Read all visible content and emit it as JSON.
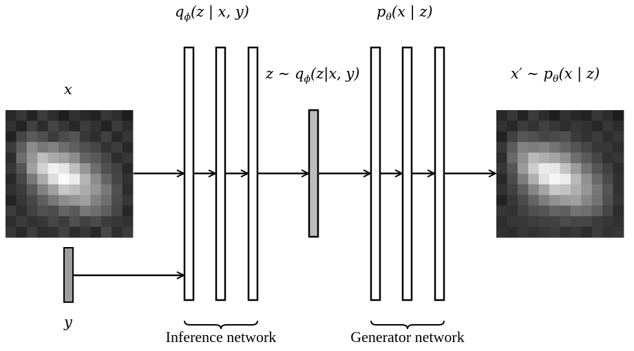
{
  "labels": {
    "x": "x",
    "y": "y",
    "q_top": {
      "pre": "q",
      "sub": "ϕ",
      "post": "(z | x, y)"
    },
    "p_top": {
      "pre": "p",
      "sub": "θ",
      "post": "(x | z)"
    },
    "z_sample": {
      "pre": "z ∼ q",
      "sub": "ϕ",
      "post": "(z|x, y)"
    },
    "x_prime": {
      "pre": "x′ ∼ p",
      "sub": "θ",
      "post": "(x | z)"
    },
    "inference_network": "Inference network",
    "generator_network": "Generator network"
  },
  "colors": {
    "latent_fill": "#bdbdbd",
    "condition_fill": "#9e9e9e",
    "stroke": "#000000"
  },
  "input_image": {
    "grid": [
      [
        40,
        55,
        35,
        60,
        45,
        30,
        50,
        40,
        35,
        55,
        45,
        30
      ],
      [
        50,
        35,
        65,
        45,
        70,
        55,
        40,
        60,
        50,
        35,
        60,
        45
      ],
      [
        35,
        70,
        90,
        80,
        60,
        75,
        85,
        55,
        45,
        65,
        40,
        55
      ],
      [
        60,
        95,
        140,
        120,
        130,
        110,
        95,
        80,
        70,
        50,
        60,
        40
      ],
      [
        45,
        110,
        150,
        190,
        170,
        160,
        140,
        100,
        90,
        70,
        45,
        55
      ],
      [
        55,
        85,
        160,
        210,
        240,
        230,
        190,
        150,
        110,
        80,
        65,
        40
      ],
      [
        40,
        70,
        120,
        170,
        220,
        250,
        235,
        180,
        140,
        100,
        70,
        50
      ],
      [
        50,
        60,
        90,
        130,
        160,
        200,
        190,
        170,
        150,
        120,
        80,
        45
      ],
      [
        35,
        55,
        70,
        95,
        120,
        140,
        150,
        160,
        130,
        110,
        75,
        55
      ],
      [
        60,
        45,
        65,
        80,
        75,
        100,
        90,
        120,
        110,
        95,
        70,
        40
      ],
      [
        45,
        60,
        50,
        55,
        70,
        60,
        80,
        65,
        75,
        60,
        55,
        50
      ],
      [
        55,
        40,
        60,
        45,
        50,
        65,
        45,
        55,
        40,
        70,
        45,
        60
      ]
    ]
  },
  "output_image": {
    "grid": [
      [
        40,
        55,
        35,
        60,
        45,
        30,
        50,
        40,
        35,
        55,
        45,
        30
      ],
      [
        50,
        40,
        60,
        50,
        65,
        55,
        45,
        55,
        50,
        40,
        55,
        45
      ],
      [
        35,
        65,
        85,
        80,
        70,
        75,
        80,
        60,
        50,
        60,
        45,
        55
      ],
      [
        55,
        90,
        130,
        125,
        130,
        115,
        100,
        85,
        70,
        55,
        55,
        45
      ],
      [
        45,
        105,
        145,
        185,
        175,
        165,
        145,
        110,
        90,
        70,
        50,
        55
      ],
      [
        55,
        85,
        155,
        205,
        235,
        230,
        195,
        155,
        115,
        85,
        65,
        45
      ],
      [
        40,
        75,
        125,
        175,
        225,
        245,
        235,
        185,
        145,
        105,
        75,
        50
      ],
      [
        50,
        65,
        95,
        135,
        165,
        200,
        195,
        175,
        150,
        120,
        85,
        50
      ],
      [
        35,
        55,
        75,
        100,
        125,
        145,
        155,
        160,
        135,
        115,
        80,
        55
      ],
      [
        55,
        50,
        65,
        80,
        85,
        100,
        95,
        115,
        110,
        95,
        70,
        45
      ],
      [
        45,
        55,
        55,
        60,
        65,
        65,
        75,
        70,
        70,
        60,
        55,
        50
      ],
      [
        50,
        45,
        55,
        50,
        55,
        60,
        50,
        55,
        45,
        60,
        50,
        55
      ]
    ]
  }
}
